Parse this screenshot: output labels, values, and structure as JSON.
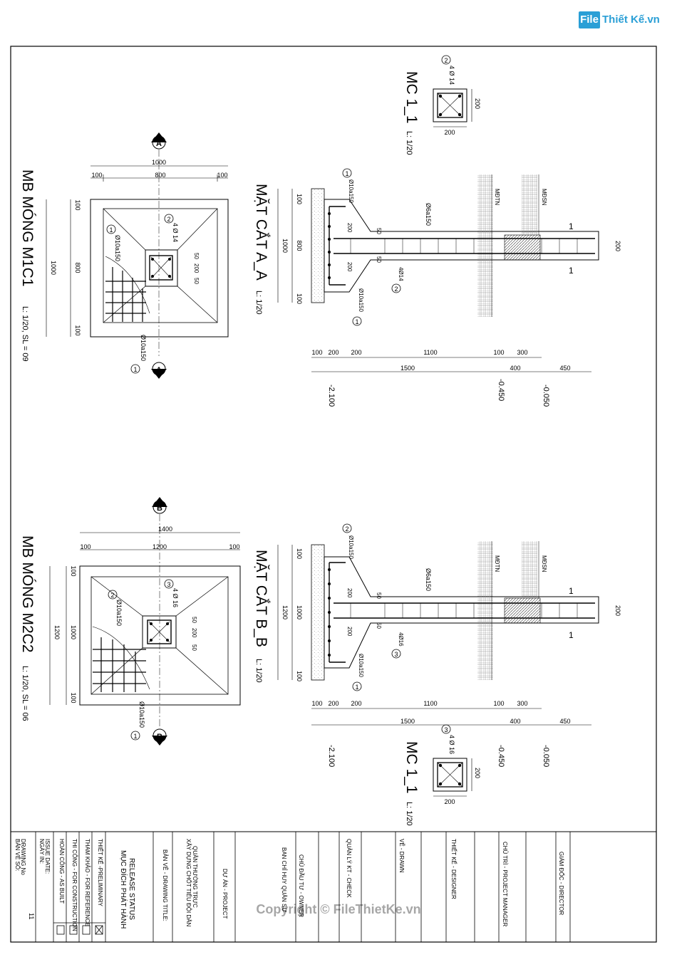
{
  "brand": {
    "icon_text": "File",
    "text": "Thiết Kế.vn"
  },
  "watermark": "Copyright © FileThietKe.vn",
  "plan1": {
    "title": "MB MÓNG M1C1",
    "scale": "L: 1/20, SL = 09",
    "dims": {
      "total": "1000",
      "mid": "800",
      "edge": "100"
    },
    "rebar_mesh": "Ø10a150",
    "rebar_col": "4 Ø 14",
    "col_dims": {
      "side": "50",
      "core": "200"
    },
    "tag_mesh": "1",
    "tag_col": "2",
    "section_mark": "A"
  },
  "plan2": {
    "title": "MB MÓNG M2C2",
    "scale": "L: 1/20, SL = 06",
    "dims": {
      "total": "1400",
      "mid": "1200",
      "edge": "100",
      "inner_total": "1200",
      "inner_mid": "1000"
    },
    "rebar_mesh": "Ø10a150",
    "rebar_col": "4 Ø 16",
    "col_dims": {
      "side": "50",
      "core": "200"
    },
    "tag_mesh": "2",
    "tag_mesh_b": "1",
    "tag_col": "3",
    "section_mark": "B"
  },
  "sectionA": {
    "title": "MẶT CẮT A_A",
    "scale": "L: 1/20",
    "dims_left": [
      "100",
      "800",
      "100"
    ],
    "dims_total": "1000",
    "dims_bottom": [
      "100",
      "200",
      "200",
      "1100",
      "100",
      "300"
    ],
    "dims_bottom2": [
      "1500",
      "400",
      "450"
    ],
    "levels": [
      "-2.100",
      "-0.450",
      "-0.050"
    ],
    "rebar_top": "Ø10a150",
    "rebar_bot": "Ø10a150",
    "stirrup": "Ø6a150",
    "main_bar": "4Ø14",
    "small": [
      "200",
      "50",
      "200",
      "50"
    ],
    "tags": [
      "1",
      "1",
      "2"
    ],
    "ground1": "MĐTN",
    "ground2": "MĐSN",
    "col_size": "200",
    "cut": "1"
  },
  "sectionB": {
    "title": "MẶT CẮT B_B",
    "scale": "L: 1/20",
    "dims_left": [
      "100",
      "1000",
      "100"
    ],
    "dims_total": "1200",
    "dims_bottom": [
      "100",
      "200",
      "200",
      "1100",
      "100",
      "300"
    ],
    "dims_bottom2": [
      "1500",
      "400",
      "450"
    ],
    "levels": [
      "-2.100",
      "-0.450",
      "-0.050"
    ],
    "rebar_top": "Ø10a150",
    "rebar_bot": "Ø10a150",
    "stirrup": "Ø6a150",
    "main_bar": "4Ø16",
    "small": [
      "200",
      "50",
      "200",
      "50"
    ],
    "tags": [
      "2",
      "1",
      "3"
    ],
    "ground1": "MĐTN",
    "ground2": "MĐSN",
    "col_size": "200",
    "cut": "1"
  },
  "mc1": {
    "title": "MC 1_1",
    "scale": "L: 1/20",
    "rebar": "4 Ø 14",
    "tag": "2",
    "dim": "200"
  },
  "mc2": {
    "title": "MC 1_1",
    "scale": "L: 1/20",
    "rebar": "4 Ø 16",
    "tag": "3",
    "dim": "200"
  },
  "titleblock": {
    "release": "MỤC ĐÍCH PHÁT HÀNH",
    "release_en": "RELEASE STATUS",
    "status": [
      "THIẾT KẾ -PRELIMINARY",
      "THAM KHẢO - FOR REFERENCE",
      "THI CÔNG - FOR CONSTRUCTION",
      "HOÀN CÔNG - AS BUILT"
    ],
    "issue_label": "NGÀY IN:",
    "issue_label_en": "ISSUE DATE:",
    "drawing_no_label": "BẢN VẼ SỐ:",
    "drawing_no_label_en": "DRAWING No",
    "drawing_no": "11",
    "drawing_title": "BẢN VẼ - DRAWING TITLE:",
    "project_desc_1": "XÂY DỰNG CHỐT TIỂU ĐỘI DÂN",
    "project_desc_2": "QUÂN THƯỜNG TRỰC",
    "project": "DỰ ÁN - PROJECT",
    "owner": "CHỦ ĐẦU TƯ - OWNER",
    "owner_name": "BAN CHỈ HUY QUÂN SỰ",
    "check": "QUẢN LÝ KT - CHECK",
    "drawn": "VẼ - DRAWN",
    "designer": "THIẾT KẾ - DESIGNER",
    "pm": "CHỦ TRÌ - PROJECT MANAGER",
    "director": "GIÁM ĐỐC - DIRECTOR"
  }
}
